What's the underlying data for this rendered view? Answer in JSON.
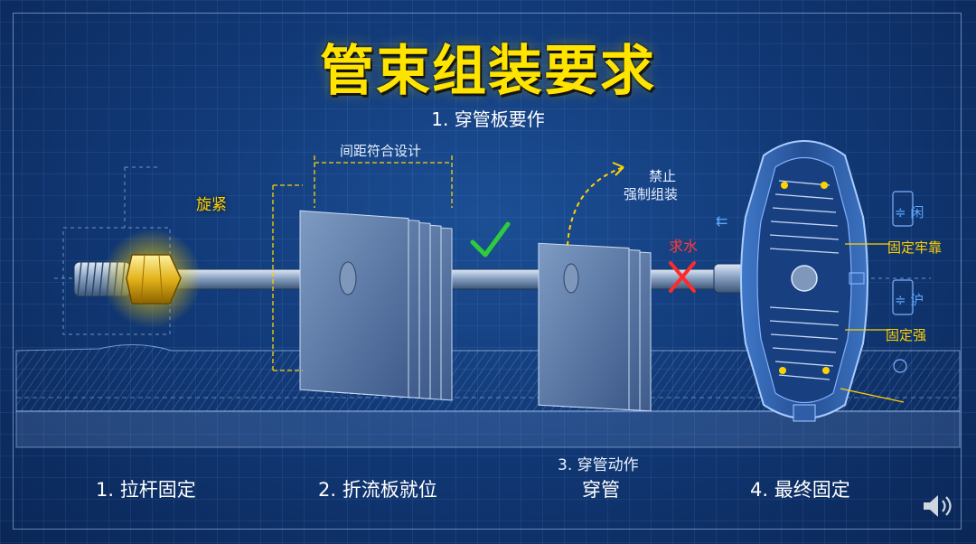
{
  "title": "管束组装要求",
  "subtitle": "1. 穿管板要作",
  "annotations": {
    "tighten": "旋紧",
    "spacing": "间距符合设计",
    "forbid_line1": "禁止",
    "forbid_line2": "强制组装",
    "red_mark": "求水",
    "fix_firm": "固定牢靠",
    "side_top": "≑ 闲",
    "side_mid": "≑ 沪",
    "side_bottom": "固定强",
    "step3_top": "3. 穿管动作"
  },
  "steps": [
    "1. 拉杆固定",
    "2. 折流板就位",
    "穿管",
    "4. 最终固定"
  ],
  "colors": {
    "title": "#ffe400",
    "accent_yellow": "#ffd200",
    "check_green": "#2ecc3a",
    "cross_red": "#ff2a2a",
    "background": "#123a78"
  },
  "icons": [
    "check-icon",
    "cross-icon",
    "speaker-icon",
    "arrow-left-icon"
  ]
}
